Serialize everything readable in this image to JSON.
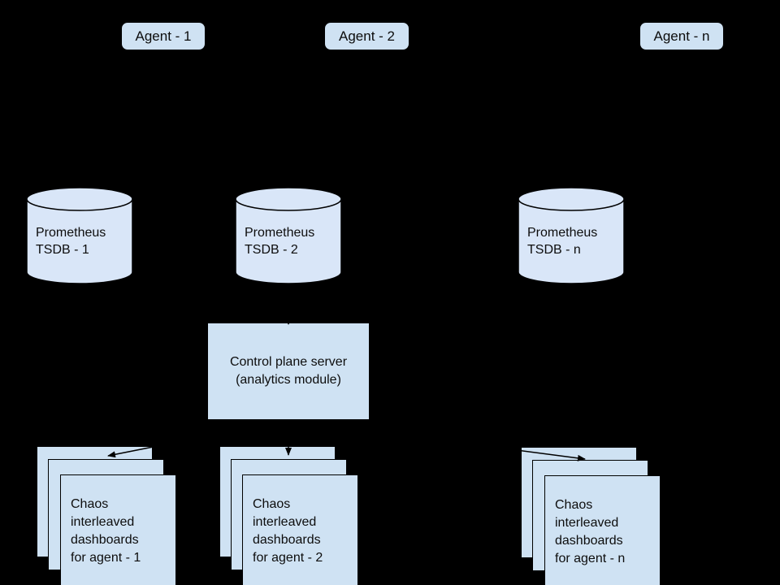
{
  "colors": {
    "background": "#000000",
    "node_fill": "#cfe2f3",
    "cylinder_fill": "#d9e6f8",
    "stroke": "#000000",
    "text": "#0d0d0d"
  },
  "agents": [
    {
      "label": "Agent - 1"
    },
    {
      "label": "Agent - 2"
    },
    {
      "label": "Agent - n"
    }
  ],
  "tsdbs": [
    {
      "label": "Prometheus\nTSDB - 1"
    },
    {
      "label": "Prometheus\nTSDB - 2"
    },
    {
      "label": "Prometheus\nTSDB - n"
    }
  ],
  "control_plane": {
    "label": "Control plane server\n(analytics module)"
  },
  "dashboard_stacks": [
    {
      "label": "Chaos\ninterleaved\ndashboards\nfor agent - 1"
    },
    {
      "label": "Chaos\ninterleaved\ndashboards\nfor agent - 2"
    },
    {
      "label": "Chaos\ninterleaved\ndashboards\nfor agent - n"
    }
  ]
}
